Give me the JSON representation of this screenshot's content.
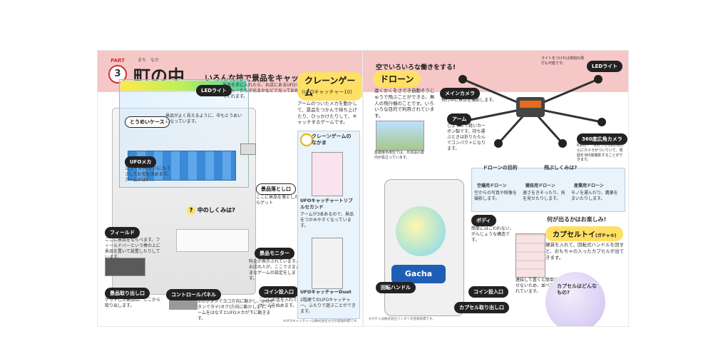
{
  "left": {
    "part_label": "PART",
    "part_number": "3",
    "chapter_title": "町の中",
    "chapter_ruby": "まち　なか",
    "lead": "いろんな技で景品をキャッチ!",
    "section_title": "クレーンゲーム",
    "section_sub": "(UFOキャッチャー10)",
    "section_desc": "アームのついたメカを動かして、景品をつかんで持ち上げたり、ひっかけたりして、キャッチするゲームです。",
    "labels": {
      "led": "LEDライト",
      "led_desc": "景品を手に入れたら、お店にあるUFOキャッチャーたちが光るかなどで光ってお祝いしてくれます。",
      "case": "とうめいケース",
      "case_desc": "景品がよく見えるように、中もとうめいになっています。",
      "ufo": "UFOメカ",
      "ufo_desc": "ヨコ・タテ(オク)にもうさしてお宝を決めます。アームがはい...",
      "chute": "景品落とし口",
      "chute_desc": "ここに景品を落としたらゲット",
      "how": "中のしくみは?",
      "field": "フィールド",
      "field_desc": "ここに景品をならべます。フィールドバーという棒の上に景品を置いて設置したりしています。",
      "monitor": "景品モニター",
      "monitor_desc": "料金が表示されています。お店の人が、ここでさまざまなゲームの設定をします。",
      "exit": "景品取り出し口",
      "exit_desc": "ゲットした景品は、ここから取り出します。",
      "panel": "コントロールパネル",
      "panel_desc": "①のボタンでヨコ方向に動かし、②のボタンでタテ(オク)方向に動かします。アームをはなすとUFOメカが下に動きます。",
      "coin": "コイン投入口",
      "coin_desc": "ここにお金を入れて、ゲームを始めます。"
    },
    "friends": {
      "title": "クレーンゲームのなかま",
      "item1": "UFOキャッチャートリプルセカンド",
      "item1_desc": "アームが3本あるので、景品をつかみやすくなっています。",
      "item2": "UFOキャッチャーDuet",
      "item2_desc": "2階建てのUFOキャッチャー。ふたりで遊ぶことができます。"
    },
    "footnote": "※UFOキャッチャーは株式会社セガの登録商標です。"
  },
  "right": {
    "lead": "空でいろいろな働きをする!",
    "section_title": "ドローン",
    "section_desc": "遠くかくをさでき自動そうじゅうで飛ぶことができる、無人の飛行機のことです。いろいろな目的で利用されています。",
    "photo_caption": "農薬散布用空では、日本語の案内が役立っています。",
    "labels": {
      "main_camera": "メインカメラ",
      "main_camera_desc": "飛行中に景色を撮影します。",
      "arm": "アーム",
      "arm_desc": "じょうぶで軽いカーボン製です。持ち運ぶときは折りたたんでコンパクトになります。",
      "led": "LEDライト",
      "led_desc": "ライトをつければ夜間の飛行も可能です。",
      "cam360": "360度広角カメラ",
      "cam360_desc": "6本のアームのうち3本の先たんにカメラがついていて、周囲を360度撮影することができます。",
      "purpose": "ドローンの目的",
      "why": "飛ぶしくみは?",
      "p1": "空撮用ドローン",
      "p1_desc": "空からの写真や映像を撮影します。",
      "p2": "競技用ドローン",
      "p2_desc": "速さをきそったり、技を見せたりします。",
      "p3": "産業用ドローン",
      "p3_desc": "モノを運んだり、農薬をまいたりします。"
    },
    "capsule": {
      "lead": "何が出るかはお楽しみ!",
      "title": "カプセルトイ",
      "title_sub": "(ガチャ®)",
      "desc": "硬貨を入れて、回転式ハンドルを回すと、おもちゃの入ったカプセルが出てきます。",
      "body": "ボディ",
      "body_desc": "簡単にはこわれない、がんじょうな構造です。",
      "handle": "回転ハンドル",
      "coin": "コイン投入口",
      "exit": "カプセル取り出し口",
      "row_desc": "連結して置くと簡単に動かせないため、並べて設置されています。",
      "question": "カプセルはどんなもの?",
      "logo": "Gacha"
    },
    "footnote": "※ガチャは株式会社バンダイの登録商標です。"
  },
  "colors": {
    "band": "#f6c7c7",
    "accent_red": "#cc3333",
    "title_yellow": "#ffe066",
    "info_blue": "#e8f3fb"
  }
}
